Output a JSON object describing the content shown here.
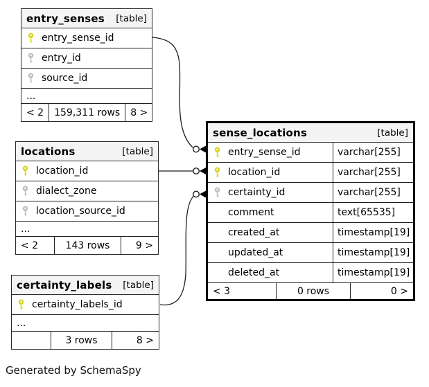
{
  "diagram": {
    "footer_note": "Generated by SchemaSpy"
  },
  "colors": {
    "primary_key": "#d9d41c",
    "foreign_key": "#bfbfbf",
    "line": "#1c1c1c",
    "header_bg": "#f4f4f4"
  },
  "tables": {
    "entry_senses": {
      "title": "entry_senses",
      "tag": "[table]",
      "columns": [
        {
          "name": "entry_sense_id"
        },
        {
          "name": "entry_id"
        },
        {
          "name": "source_id"
        }
      ],
      "ellipsis": "...",
      "footer": {
        "left": "< 2",
        "center": "159,311 rows",
        "right": "8 >"
      }
    },
    "locations": {
      "title": "locations",
      "tag": "[table]",
      "columns": [
        {
          "name": "location_id"
        },
        {
          "name": "dialect_zone"
        },
        {
          "name": "location_source_id"
        }
      ],
      "ellipsis": "...",
      "footer": {
        "left": "< 2",
        "center": "143 rows",
        "right": "9 >"
      }
    },
    "certainty_labels": {
      "title": "certainty_labels",
      "tag": "[table]",
      "columns": [
        {
          "name": "certainty_labels_id"
        }
      ],
      "ellipsis": "...",
      "footer": {
        "left": "",
        "center": "3 rows",
        "right": "8 >"
      }
    },
    "sense_locations": {
      "title": "sense_locations",
      "tag": "[table]",
      "columns": [
        {
          "name": "entry_sense_id",
          "type": "varchar[255]"
        },
        {
          "name": "location_id",
          "type": "varchar[255]"
        },
        {
          "name": "certainty_id",
          "type": "varchar[255]"
        },
        {
          "name": "comment",
          "type": "text[65535]"
        },
        {
          "name": "created_at",
          "type": "timestamp[19]"
        },
        {
          "name": "updated_at",
          "type": "timestamp[19]"
        },
        {
          "name": "deleted_at",
          "type": "timestamp[19]"
        }
      ],
      "footer": {
        "left": "< 3",
        "center": "0 rows",
        "right": "0 >"
      }
    }
  }
}
